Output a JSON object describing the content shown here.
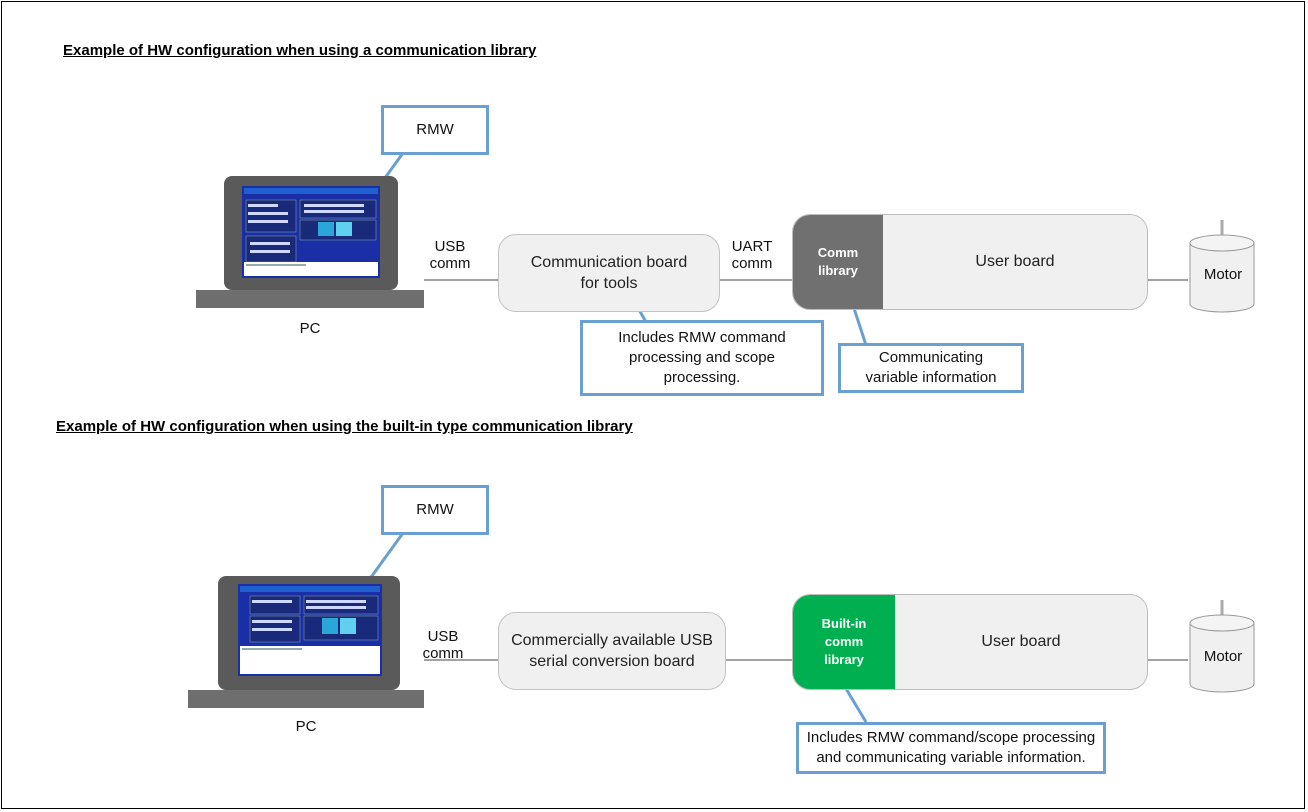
{
  "top": {
    "title": "Example of HW configuration when using a communication library",
    "rmw_label": "RMW",
    "pc_label": "PC",
    "usb_label_1": "USB",
    "usb_label_2": "comm",
    "uart_label_1": "UART",
    "uart_label_2": "comm",
    "comm_board_line1": "Communication board",
    "comm_board_line2": "for tools",
    "lib_line1": "Comm",
    "lib_line2": "library",
    "user_board": "User board",
    "motor": "Motor",
    "callout_board_line1": "Includes RMW command",
    "callout_board_line2": "processing and scope",
    "callout_board_line3": "processing.",
    "callout_lib_line1": "Communicating",
    "callout_lib_line2": "variable information"
  },
  "bottom": {
    "title": "Example of HW configuration when using the built-in type communication library",
    "rmw_label": "RMW",
    "pc_label": "PC",
    "usb_label_1": "USB",
    "usb_label_2": "comm",
    "conv_board_line1": "Commercially available USB",
    "conv_board_line2": "serial conversion board",
    "lib_line1": "Built-in",
    "lib_line2": "comm",
    "lib_line3": "library",
    "user_board": "User board",
    "motor": "Motor",
    "callout_lib_line1": "Includes RMW command/scope processing",
    "callout_lib_line2": "and communicating variable information."
  },
  "colors": {
    "callout_border": "#6a9fd2",
    "comm_library": "#707070",
    "builtin_library": "#00b050",
    "board_fill": "#f0f0f0",
    "screen_blue": "#1a2fa6"
  }
}
